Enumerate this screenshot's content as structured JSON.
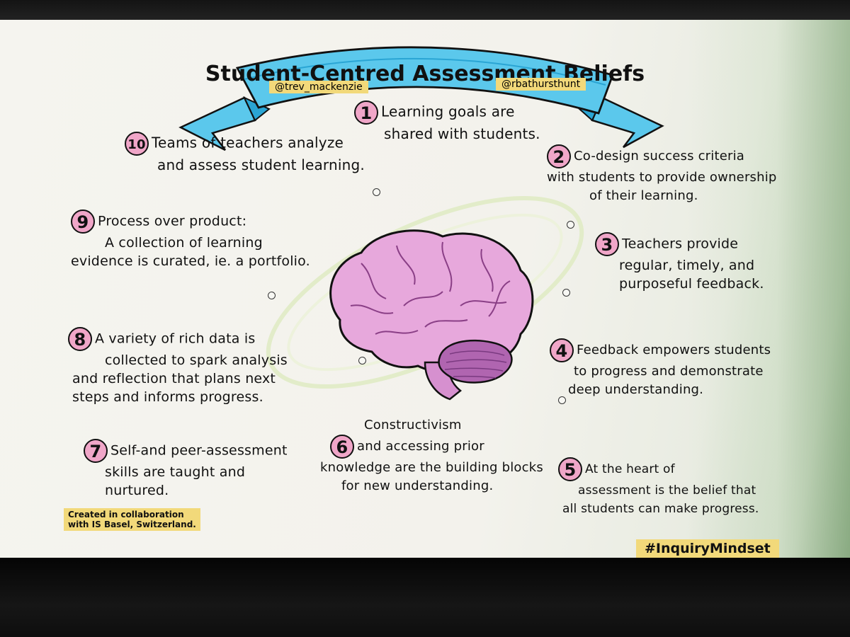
{
  "title": "Student-Centred Assessment Beliefs",
  "handles": {
    "left": "@trev_mackenzie",
    "right": "@rbathursthunt"
  },
  "beliefs": [
    {
      "num": "1",
      "lines": [
        "Learning goals are",
        "shared with students."
      ]
    },
    {
      "num": "2",
      "lines": [
        "Co-design success criteria",
        "with students to provide ownership",
        "of their learning."
      ]
    },
    {
      "num": "3",
      "lines": [
        "Teachers provide",
        "regular, timely, and",
        "purposeful feedback."
      ]
    },
    {
      "num": "4",
      "lines": [
        "Feedback empowers students",
        "to progress and demonstrate",
        "deep understanding."
      ]
    },
    {
      "num": "5",
      "lines": [
        "At the heart of",
        "assessment is the belief that",
        "all students can make progress."
      ]
    },
    {
      "num": "6",
      "lines": [
        "Constructivism",
        "and accessing prior",
        "knowledge are the building blocks",
        "for new understanding."
      ]
    },
    {
      "num": "7",
      "lines": [
        "Self-and peer-assessment",
        "skills are taught and",
        "nurtured."
      ]
    },
    {
      "num": "8",
      "lines": [
        "A variety of rich data is",
        "collected to spark analysis",
        "and reflection that plans next",
        "steps and informs progress."
      ]
    },
    {
      "num": "9",
      "lines": [
        "Process over product:",
        "A collection of learning",
        "evidence is curated, ie. a portfolio."
      ]
    },
    {
      "num": "10",
      "lines": [
        "Teams of teachers analyze",
        "and assess student learning."
      ]
    }
  ],
  "footer": {
    "credit_line1": "Created in collaboration",
    "credit_line2": "with IS Basel, Switzerland.",
    "hashtag": "#InquiryMindset"
  },
  "colors": {
    "banner": "#5bc8ec",
    "banner_dark": "#2aa5d4",
    "number_circle": "#f0a6c8",
    "brain": "#e7a8dc",
    "cerebellum": "#b065b0",
    "highlight": "#f2d97a"
  },
  "icons": [
    "brain-illustration",
    "ribbon-banner"
  ]
}
